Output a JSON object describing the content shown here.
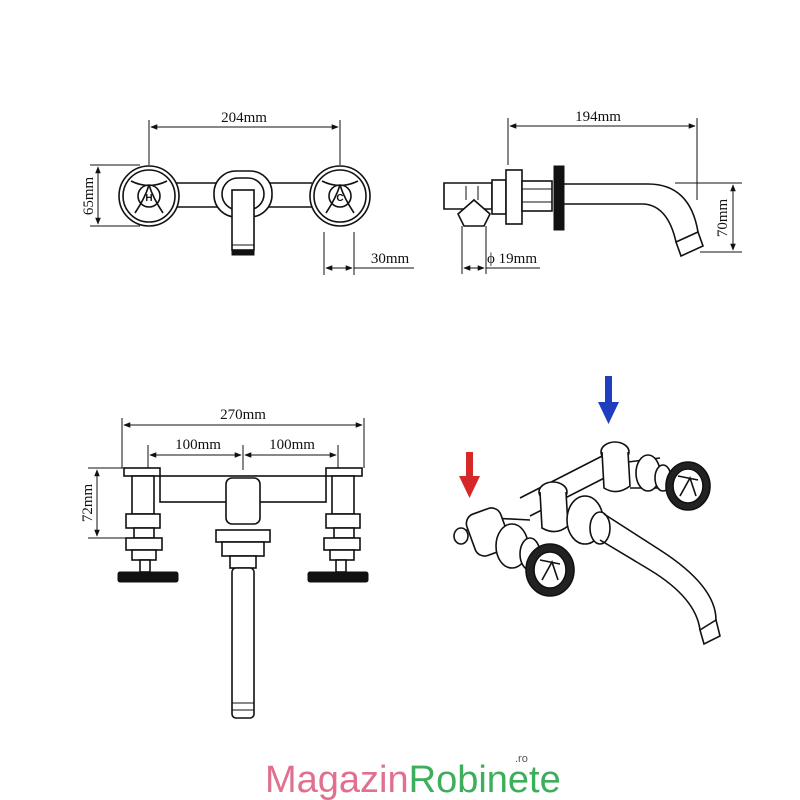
{
  "dimensions": {
    "front_width": "204mm",
    "front_height": "65mm",
    "front_spout_offset": "30mm",
    "side_length": "194mm",
    "side_height": "70mm",
    "side_diameter": "ϕ 19mm",
    "top_total": "270mm",
    "top_left_spacing": "100mm",
    "top_right_spacing": "100mm",
    "top_height": "72mm"
  },
  "handle_labels": {
    "hot": "H",
    "cold": "C"
  },
  "arrows": {
    "hot_color": "#d62828",
    "cold_color": "#1f3fbf"
  },
  "watermark": {
    "part1": "Magazin",
    "part2": "Robinete",
    "suffix": ".ro",
    "color1": "#e0708e",
    "color2": "#3cae5c"
  }
}
